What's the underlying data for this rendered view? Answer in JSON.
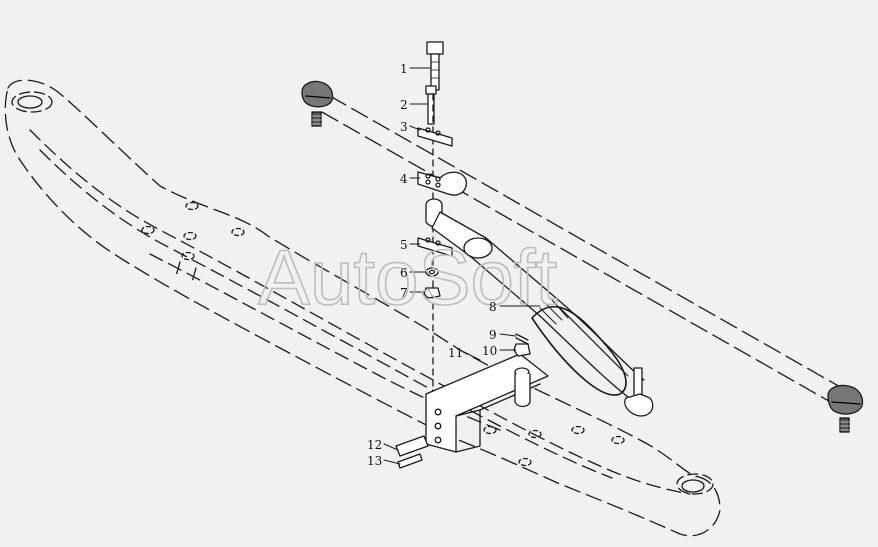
{
  "watermark": "AutoSoft",
  "callouts": [
    {
      "id": "1",
      "text": "1"
    },
    {
      "id": "2",
      "text": "2"
    },
    {
      "id": "3",
      "text": "3"
    },
    {
      "id": "4",
      "text": "4"
    },
    {
      "id": "5",
      "text": "5"
    },
    {
      "id": "6",
      "text": "6"
    },
    {
      "id": "7",
      "text": "7"
    },
    {
      "id": "8",
      "text": "8"
    },
    {
      "id": "9",
      "text": "9"
    },
    {
      "id": "10",
      "text": "10"
    },
    {
      "id": "11",
      "text": "11"
    },
    {
      "id": "12",
      "text": "12"
    },
    {
      "id": "13",
      "text": "13"
    }
  ],
  "colors": {
    "background": "#f1f1f1",
    "line": "#1a1a1a",
    "watermark": "#bdbdbd"
  }
}
